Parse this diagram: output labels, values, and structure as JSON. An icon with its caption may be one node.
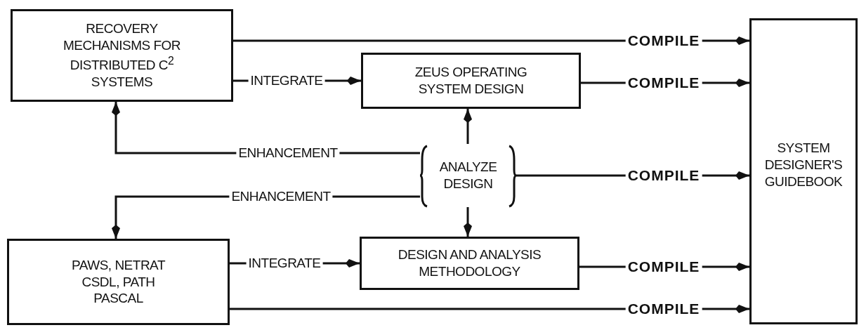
{
  "diagram": {
    "nodes": [
      {
        "text": [
          "RECOVERY MECHANISMS FOR DISTRIBUTED C$^{2}$ SYSTEMS"
        ]
      },
      {
        "text": [
          "ZEUS OPERATING SYSTEM DESIGN"
        ]
      },
      {
        "text": [
          "ANALYZE DESIGN"
        ]
      },
      {
        "text": [
          "SYSTEM DESIGNER'S GUIDEBOOK"
        ]
      },
      {
        "text": [
          "PAWS, NETRAT CSDL, PATH PASCAL"
        ]
      },
      {
        "text": [
          "DESIGN AND ANALYSIS METHODOLOGY"
        ]
      }
    ],
    "edges": [
      {
        "from": 0,
        "to": 3,
        "arrow": "to",
        "label": "COMPILE"
      },
      {
        "from": 1,
        "to": 3,
        "arrow": "to",
        "label": "COMPILE"
      },
      {
        "from": 2,
        "to": 3,
        "arrow": "to",
        "label": "COMPILE"
      },
      {
        "from": 5,
        "to": 3,
        "arrow": "to",
        "label": "COMPILE"
      },
      {
        "from": 4,
        "to": 3,
        "arrow": "to",
        "label": "COMPILE"
      },
      {
        "from": 0,
        "to": 1,
        "arrow": "to",
        "label": "INTEGRATE"
      },
      {
        "from": 4,
        "to": 5,
        "arrow": "to",
        "label": "INTEGRATE"
      },
      {
        "from": 2,
        "to": 1,
        "arrow": "to"
      },
      {
        "from": 2,
        "to": 5,
        "arrow": "to"
      },
      {
        "from": 2,
        "to": 0,
        "arrow": "to",
        "label": "ENHANCEMENT"
      },
      {
        "from": 2,
        "to": 4,
        "arrow": "to",
        "label": "ENHANCEMENT"
      }
    ]
  }
}
